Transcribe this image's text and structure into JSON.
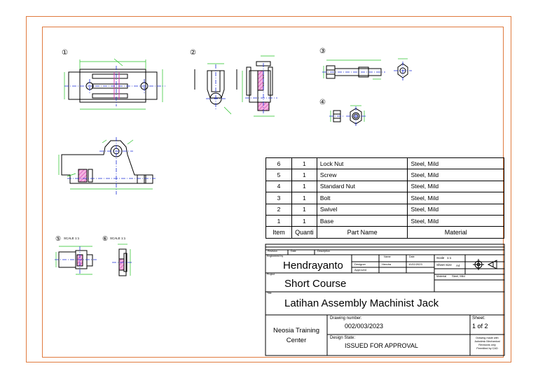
{
  "views": {
    "view1": "①",
    "view2": "②",
    "view3": "③",
    "view4": "④",
    "view5_marker": "⑤",
    "view5_scale": "SCALE 1:1",
    "view6_marker": "⑥",
    "view6_scale": "SCALE 1:1"
  },
  "parts_list": {
    "headers": {
      "item": "Item",
      "qty": "Quanti",
      "name": "Part Name",
      "material": "Material"
    },
    "rows": [
      {
        "item": "6",
        "qty": "1",
        "name": "Lock Nut",
        "material": "Steel, Mild"
      },
      {
        "item": "5",
        "qty": "1",
        "name": "Screw",
        "material": "Steel, Mild"
      },
      {
        "item": "4",
        "qty": "1",
        "name": "Standard Nut",
        "material": "Steel, Mild"
      },
      {
        "item": "3",
        "qty": "1",
        "name": "Bolt",
        "material": "Steel, Mild"
      },
      {
        "item": "2",
        "qty": "1",
        "name": "Swivel",
        "material": "Steel, Mild"
      },
      {
        "item": "1",
        "qty": "1",
        "name": "Base",
        "material": "Steel, Mild"
      }
    ]
  },
  "title_block": {
    "revision_label": "Revision",
    "date_label": "Date",
    "description_label": "Description",
    "engineered_by_label": "Engineered by",
    "engineer": "Hendrayanto",
    "designer_label": "Designer",
    "designer": "Hendra",
    "design_date": "10/11/2023",
    "approved_label": "Approved",
    "name_label": "Name",
    "date_col_label": "Date",
    "scale_label": "Scale",
    "scale": "1:1",
    "sheet_size_label": "Sheet Size",
    "sheet_size": "A4",
    "material_label": "Material",
    "material": "Steel, Mild",
    "project_label": "Project",
    "project": "Short Course",
    "title_label": "Title",
    "title": "Latihan Assembly Machinist Jack",
    "company_line1": "Neosia Training",
    "company_line2": "Center",
    "drawing_number_label": "Drawing number:",
    "drawing_number": "002/003/2023",
    "sheet_label": "Sheet:",
    "sheet": "1 of 2",
    "design_state_label": "Design State:",
    "design_state": "ISSUED FOR APPROVAL",
    "note_line1": "Drawing made with",
    "note_line2": "Autodesk Mechanical",
    "note_line3": "Revisions only",
    "note_line4": "Permitted by CAD"
  },
  "colors": {
    "border": "#e07a3e",
    "centerline": "#1f2fd6",
    "dimension": "#22c022",
    "hatch": "#d03cb0"
  }
}
